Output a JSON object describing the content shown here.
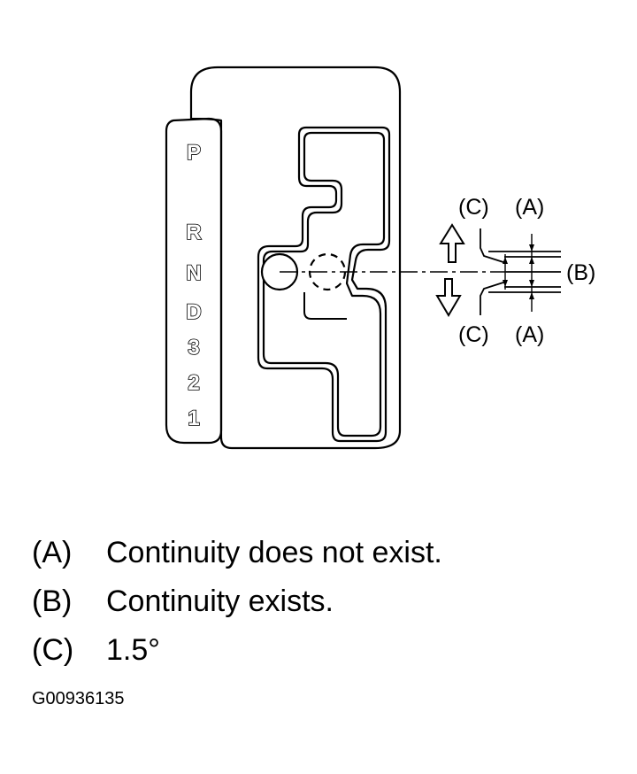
{
  "gear_positions": [
    "P",
    "R",
    "N",
    "D",
    "3",
    "2",
    "1"
  ],
  "callouts": {
    "c_top": "(C)",
    "a_top": "(A)",
    "b": "(B)",
    "c_bottom": "(C)",
    "a_bottom": "(A)"
  },
  "legend": [
    {
      "key": "(A)",
      "text": "Continuity does not exist."
    },
    {
      "key": "(B)",
      "text": "Continuity exists."
    },
    {
      "key": "(C)",
      "text": "1.5°"
    }
  ],
  "figure_id": "G00936135"
}
